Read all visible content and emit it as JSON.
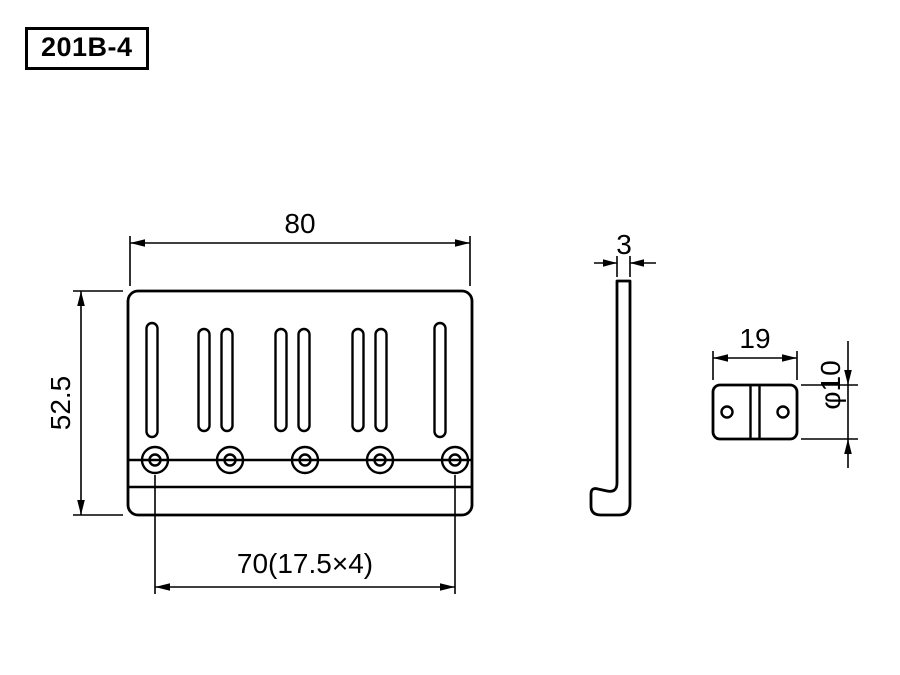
{
  "title_block": {
    "part_number": "201B-4"
  },
  "views": {
    "top_view": {
      "label": "bridge-plate-top-view",
      "hole_count": 5,
      "slot_count": 8,
      "dimensions": {
        "width": "80",
        "height": "52.5",
        "screw_spacing": "70(17.5×4)"
      }
    },
    "side_view": {
      "label": "bridge-plate-side-profile",
      "dimensions": {
        "thickness": "3"
      }
    },
    "saddle_view": {
      "label": "saddle-top-view",
      "dimensions": {
        "width": "19",
        "diameter": "φ10"
      }
    }
  },
  "colors": {
    "line": "#000000",
    "background": "#ffffff"
  }
}
